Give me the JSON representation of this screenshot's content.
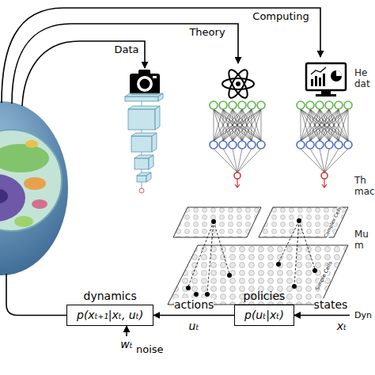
{
  "diagram": {
    "nodes": [
      {
        "text": [
          "dynamics",
          "p(xₜ₊₁|xₜ, uₜ)"
        ]
      },
      {
        "text": [
          "policies",
          "p(uₜ|xₜ)"
        ]
      }
    ],
    "edges": [
      {
        "from": 1,
        "to": 0,
        "arrow": "to",
        "label": "actions"
      }
    ],
    "labels": [
      "Data",
      "Theory",
      "Computing",
      "He dat",
      "Th mac",
      "Mu m",
      "Complex Cells",
      "Simple Cells",
      "uₜ",
      "states",
      "xₜ",
      "wₜ",
      "noise",
      "Dyn"
    ]
  }
}
